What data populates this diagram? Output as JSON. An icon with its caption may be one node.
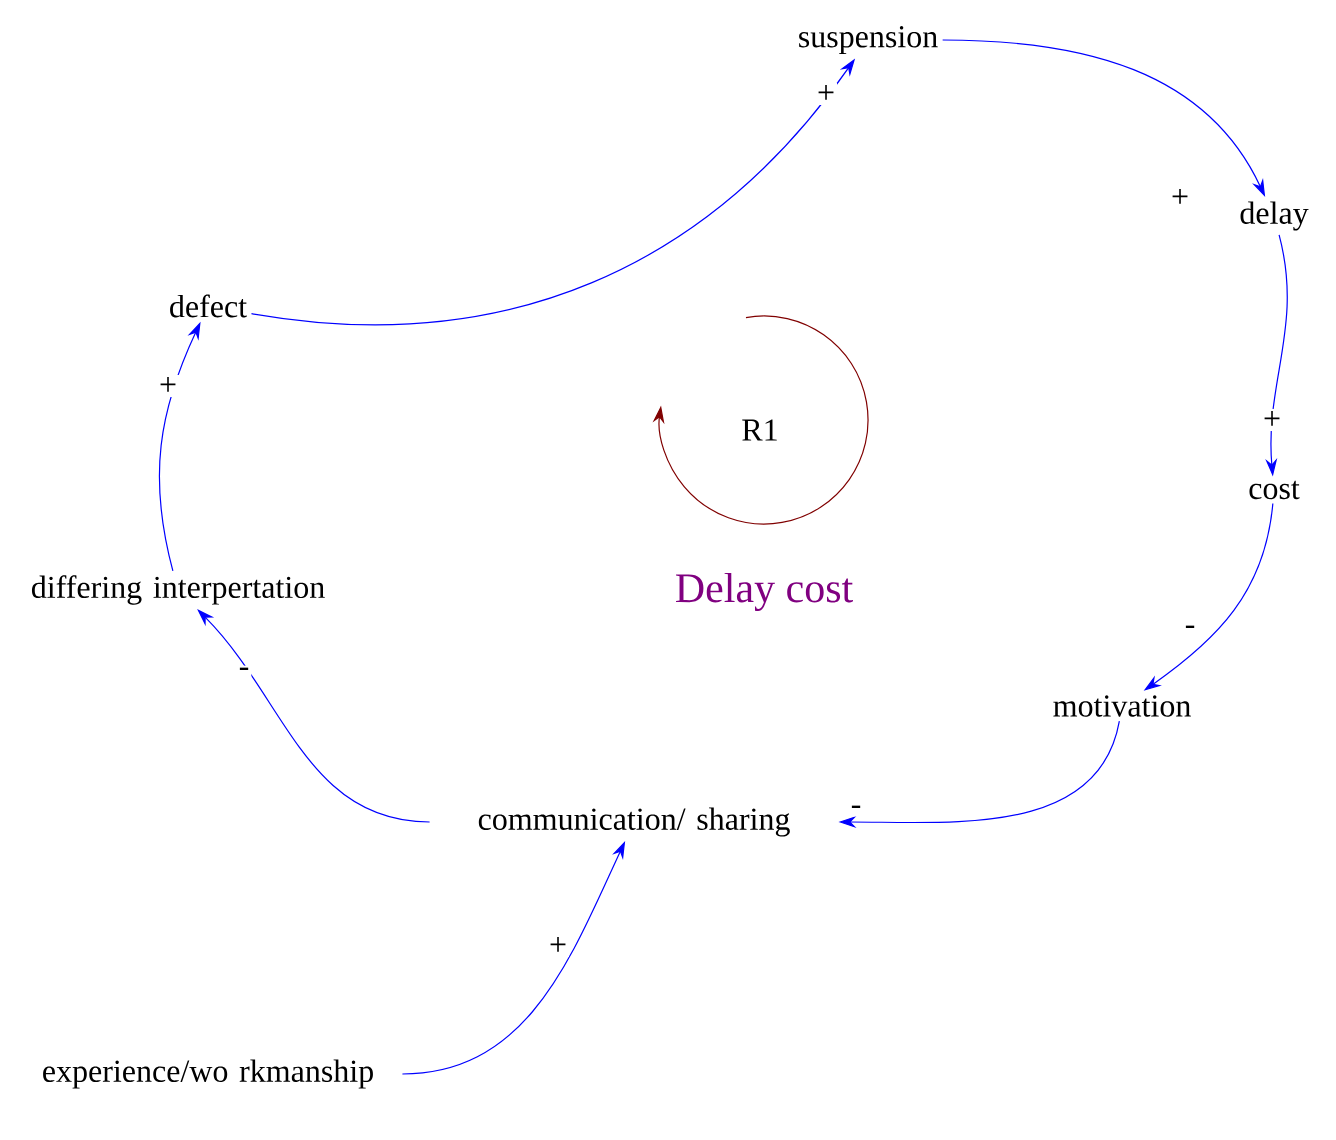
{
  "diagram": {
    "nodes": [
      {
        "text": [
          "suspension"
        ]
      },
      {
        "text": [
          "delay"
        ]
      },
      {
        "text": [
          "cost"
        ]
      },
      {
        "text": [
          "motivation"
        ]
      },
      {
        "text": [
          "communication/ sharing"
        ]
      },
      {
        "text": [
          "differing interpertation"
        ]
      },
      {
        "text": [
          "defect"
        ]
      },
      {
        "text": [
          "experience/wo rkmanship"
        ]
      }
    ],
    "edges": [
      {
        "from": 6,
        "to": 0,
        "arrow": "to",
        "label": "+"
      },
      {
        "from": 0,
        "to": 1,
        "arrow": "to",
        "label": "+"
      },
      {
        "from": 1,
        "to": 2,
        "arrow": "to",
        "label": "+"
      },
      {
        "from": 2,
        "to": 3,
        "arrow": "to",
        "label": "-"
      },
      {
        "from": 3,
        "to": 4,
        "arrow": "to",
        "label": "-"
      },
      {
        "from": 4,
        "to": 5,
        "arrow": "to",
        "label": "-"
      },
      {
        "from": 5,
        "to": 6,
        "arrow": "to",
        "label": "+"
      },
      {
        "from": 7,
        "to": 4,
        "arrow": "to",
        "label": "+"
      }
    ],
    "labels": [
      "R1",
      "Delay cost"
    ]
  }
}
